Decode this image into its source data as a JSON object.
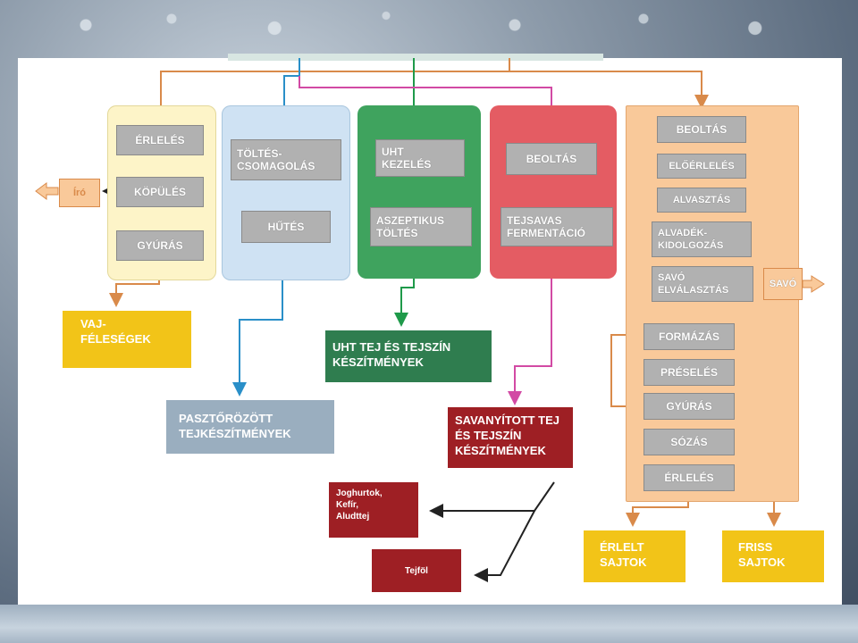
{
  "colors": {
    "yellow_col": "#fdf4c8",
    "blue_col": "#cfe2f3",
    "green_col": "#3fa35e",
    "red_col": "#e45c63",
    "orange_col": "#f9c99a",
    "box": "#b1b1b1",
    "yellow_out": "#f2c418",
    "green_out": "#2f7d4f",
    "blue_out": "#9aaebf",
    "red_out": "#9e1f24"
  },
  "butter": {
    "steps": [
      "ÉRLELÉS",
      "KÖPÜLÉS",
      "GYÚRÁS"
    ],
    "side": "Író",
    "output": "VAJ-\nFÉLESÉGEK"
  },
  "pasteurized": {
    "steps": [
      "TÖLTÉS-\nCSOMAGOLÁS",
      "HŰTÉS"
    ],
    "output": "PASZTŐRÖZÖTT\nTEJKÉSZÍTMÉNYEK"
  },
  "uht": {
    "steps": [
      "UHT\nKEZELÉS",
      "ASZEPTIKUS\nTÖLTÉS"
    ],
    "output": "UHT TEJ ÉS TEJSZÍN\nKÉSZÍTMÉNYEK"
  },
  "sour": {
    "steps": [
      "BEOLTÁS",
      "TEJSAVAS\nFERMENTÁCIÓ"
    ],
    "output": "SAVANYÍTOTT TEJ\nÉS TEJSZÍN\nKÉSZÍTMÉNYEK",
    "products": [
      "Joghurtok,\nKefír,\nAludttej",
      "Tejföl"
    ]
  },
  "cheese": {
    "steps": [
      "BEOLTÁS",
      "ELŐÉRLELÉS",
      "ALVASZTÁS",
      "ALVADÉK-\nKIDOLGOZÁS",
      "SAVÓ\nELVÁLASZTÁS",
      "FORMÁZÁS",
      "PRÉSELÉS",
      "GYÚRÁS",
      "SÓZÁS",
      "ÉRLELÉS"
    ],
    "side": "SAVÓ",
    "outputs": [
      "ÉRLELT\nSAJTOK",
      "FRISS\nSAJTOK"
    ]
  }
}
